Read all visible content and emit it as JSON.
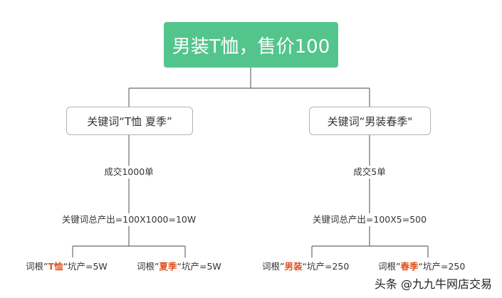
{
  "root": {
    "text": "男装T恤，售价100"
  },
  "left": {
    "keyword": "关键词“T恤 夏季”",
    "deal": "成交1000单",
    "output": "关键词总产出=100X1000=10W",
    "leaves": [
      {
        "pre": "词根”",
        "word": "T恤",
        "post": "“坑产=5W"
      },
      {
        "pre": "词根”",
        "word": "夏季",
        "post": "“坑产=5W"
      }
    ]
  },
  "right": {
    "keyword": "关键词“男装春季\"",
    "deal": "成交5单",
    "output": "关键词总产出=100X5=500",
    "leaves": [
      {
        "pre": "词根”",
        "word": "男装",
        "post": "“坑产=250"
      },
      {
        "pre": "词根”",
        "word": "春季",
        "post": "“坑产=250"
      }
    ]
  },
  "watermark": "头条 @九九牛网店交易",
  "colors": {
    "root_fill": "#53c58c",
    "highlight": "#e0521f",
    "line": "#666666"
  }
}
